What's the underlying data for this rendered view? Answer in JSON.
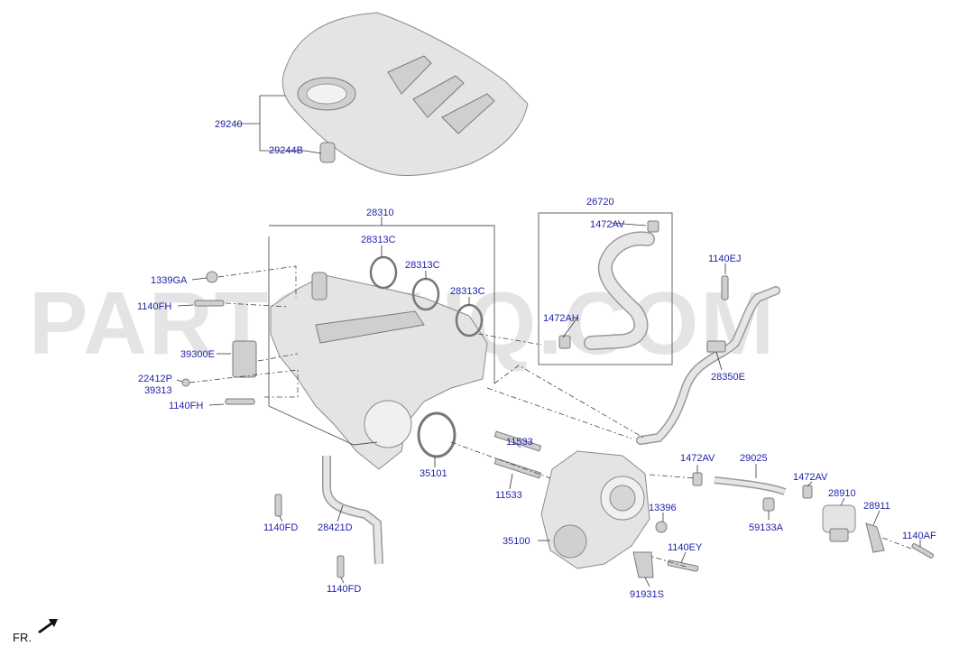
{
  "watermark": "PARTSOUQ.COM",
  "orientation_label": "FR.",
  "parts": {
    "p29240": "29240",
    "p29244B": "29244B",
    "p28310": "28310",
    "p28313C_a": "28313C",
    "p28313C_b": "28313C",
    "p28313C_c": "28313C",
    "p1339GA": "1339GA",
    "p1140FH_a": "1140FH",
    "p39300E": "39300E",
    "p22412P": "22412P",
    "p39313": "39313",
    "p1140FH_b": "1140FH",
    "p26720": "26720",
    "p1472AV_a": "1472AV",
    "p1472AH": "1472AH",
    "p1140EJ": "1140EJ",
    "p28350E": "28350E",
    "p11533_a": "11533",
    "p11533_b": "11533",
    "p35101": "35101",
    "p1472AV_b": "1472AV",
    "p29025": "29025",
    "p1472AV_c": "1472AV",
    "p28910": "28910",
    "p28911": "28911",
    "p1140AF": "1140AF",
    "p13396": "13396",
    "p59133A": "59133A",
    "p35100": "35100",
    "p1140EY": "1140EY",
    "p91931S": "91931S",
    "p1140FD_a": "1140FD",
    "p28421D": "28421D",
    "p1140FD_b": "1140FD"
  },
  "colors": {
    "label": "#2222aa",
    "part_fill": "#e4e4e4",
    "watermark": "#cfcfcf"
  }
}
